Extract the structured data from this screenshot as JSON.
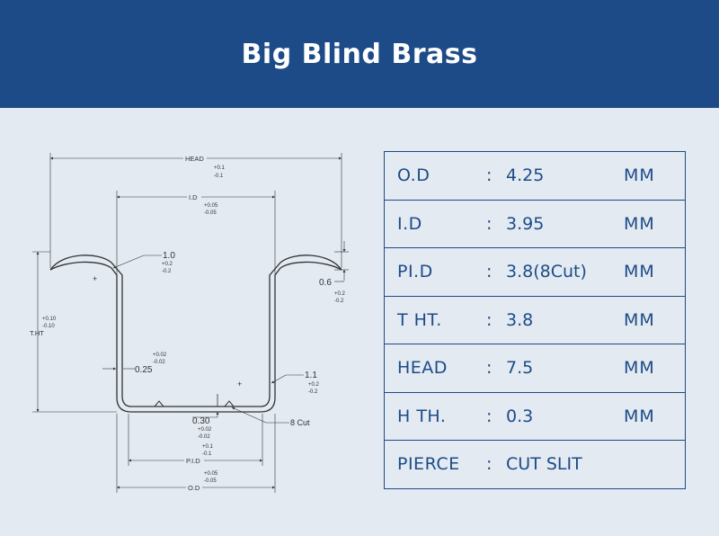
{
  "header": {
    "title": "Big Blind Brass"
  },
  "drawing": {
    "head": {
      "label": "HEAD",
      "tol_plus": "+0.1",
      "tol_minus": "-0.1"
    },
    "id": {
      "label": "I.D",
      "tol_plus": "+0.05",
      "tol_minus": "-0.05"
    },
    "radius_left": {
      "label": "1.0",
      "tol_plus": "+0.2",
      "tol_minus": "-0.2"
    },
    "radius_right": {
      "label": "1.1",
      "tol_plus": "+0.2",
      "tol_minus": "-0.2"
    },
    "lip": {
      "label": "0.6",
      "tol_plus": "+0.2",
      "tol_minus": "-0.2"
    },
    "tht": {
      "label": "T.HT",
      "tol_plus": "+0.10",
      "tol_minus": "-0.10"
    },
    "wall": {
      "label": "0.25",
      "tol_plus": "+0.02",
      "tol_minus": "-0.02"
    },
    "bottom": {
      "label": "0.30",
      "tol_plus": "+0.02",
      "tol_minus": "-0.02"
    },
    "cut": {
      "label": "8 Cut"
    },
    "pid": {
      "label": "P.I.D",
      "tol_plus": "+0.1",
      "tol_minus": "-0.1"
    },
    "od": {
      "label": "O.D",
      "tol_plus": "+0.05",
      "tol_minus": "-0.05"
    }
  },
  "specs": [
    {
      "label": "O.D",
      "colon": ":",
      "value": "4.25",
      "unit": "MM"
    },
    {
      "label": "I.D",
      "colon": ":",
      "value": "3.95",
      "unit": "MM"
    },
    {
      "label": "PI.D",
      "colon": ":",
      "value": "3.8(8Cut)",
      "unit": "MM"
    },
    {
      "label": "T HT.",
      "colon": ":",
      "value": "3.8",
      "unit": "MM"
    },
    {
      "label": "HEAD",
      "colon": ":",
      "value": "7.5",
      "unit": "MM"
    },
    {
      "label": "H TH.",
      "colon": ":",
      "value": "0.3",
      "unit": "MM"
    },
    {
      "label": "PIERCE",
      "colon": ":",
      "value": "CUT SLIT",
      "unit": ""
    }
  ]
}
